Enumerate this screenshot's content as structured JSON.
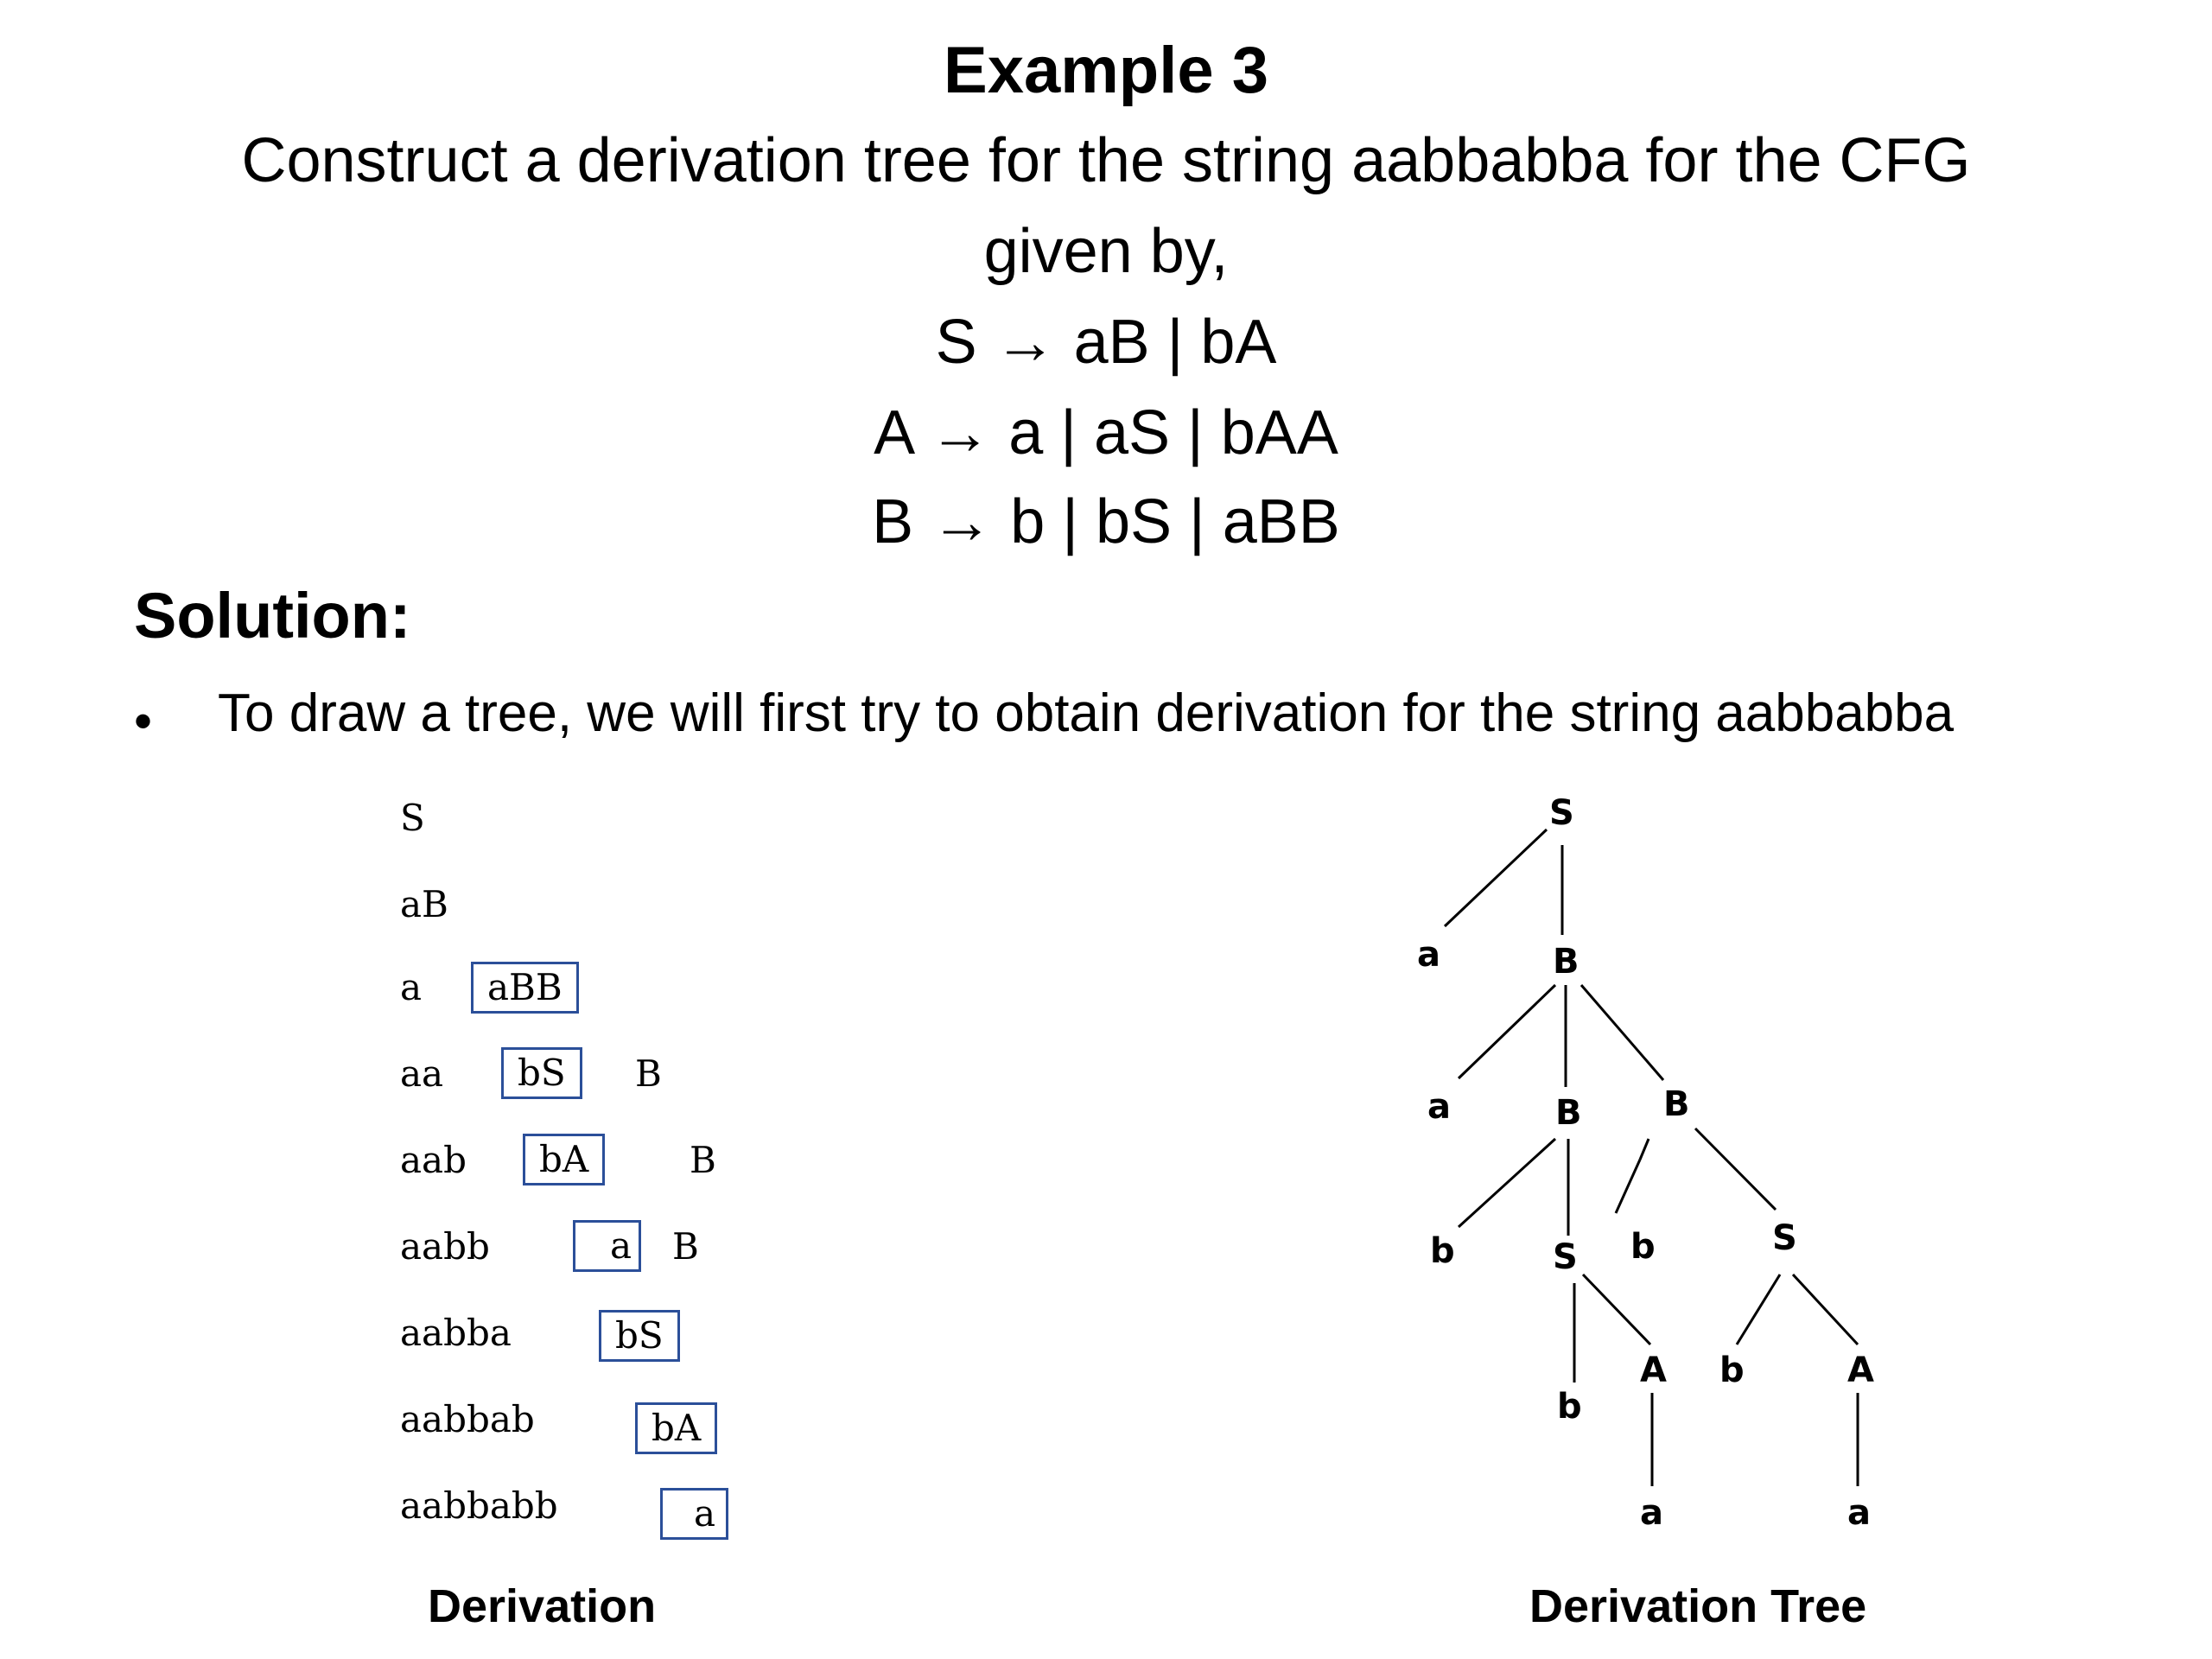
{
  "slide": {
    "title": "Example 3",
    "question_line1": "Construct a derivation tree for the string aabbabba for the CFG",
    "question_line2": "given by,",
    "rules": [
      "S → aB | bA",
      "A → a | aS | bAA",
      "B → b | bS | aBB"
    ],
    "solution_label": "Solution:",
    "bullet_symbol": "•",
    "bullet_text": "To draw a tree, we will first try to obtain derivation for the string aabbabba"
  },
  "derivation": {
    "caption": "Derivation",
    "steps": [
      {
        "prefix": "S",
        "boxed": "",
        "suffix": ""
      },
      {
        "prefix": "aB",
        "boxed": "",
        "suffix": ""
      },
      {
        "prefix": "a",
        "boxed": "aBB",
        "suffix": ""
      },
      {
        "prefix": "aa",
        "boxed": "bS",
        "suffix": "B"
      },
      {
        "prefix": "aab",
        "boxed": "bA",
        "suffix": "B"
      },
      {
        "prefix": "aabb",
        "boxed": "a",
        "suffix": "B"
      },
      {
        "prefix": "aabba",
        "boxed": "bS",
        "suffix": ""
      },
      {
        "prefix": "aabbab",
        "boxed": "bA",
        "suffix": ""
      },
      {
        "prefix": "aabbabb",
        "boxed": "a",
        "suffix": ""
      }
    ]
  },
  "tree": {
    "caption": "Derivation Tree",
    "nodes": [
      {
        "id": "n0",
        "label": "S"
      },
      {
        "id": "n1",
        "label": "a"
      },
      {
        "id": "n2",
        "label": "B"
      },
      {
        "id": "n3",
        "label": "a"
      },
      {
        "id": "n4",
        "label": "B"
      },
      {
        "id": "n5",
        "label": "B"
      },
      {
        "id": "n6",
        "label": "b"
      },
      {
        "id": "n7",
        "label": "S"
      },
      {
        "id": "n8",
        "label": "b"
      },
      {
        "id": "n9",
        "label": "S"
      },
      {
        "id": "n10",
        "label": "b"
      },
      {
        "id": "n11",
        "label": "A"
      },
      {
        "id": "n12",
        "label": "b"
      },
      {
        "id": "n13",
        "label": "A"
      },
      {
        "id": "n14",
        "label": "a"
      },
      {
        "id": "n15",
        "label": "a"
      }
    ]
  }
}
